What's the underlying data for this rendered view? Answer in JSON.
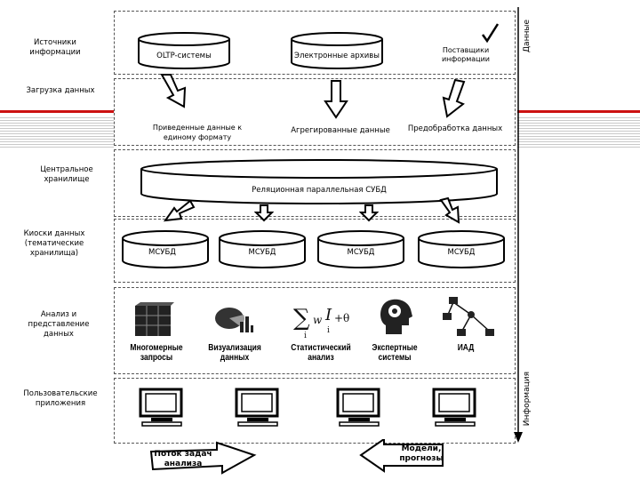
{
  "side_labels": {
    "sources": "Источники информации",
    "loading": "Загрузка данных",
    "central": "Центральное хранилище",
    "kiosks": "Киоски данных (тематические хранилища)",
    "analysis": "Анализ и представление данных",
    "apps": "Пользовательские приложения"
  },
  "sources": {
    "oltp": "OLTP-системы",
    "archives": "Электронные архивы",
    "suppliers": "Поставщики информации"
  },
  "loading": {
    "normalized": "Приведенные данные к единому формату",
    "aggregated": "Агрегированные данные",
    "preprocessing": "Предобработка данных"
  },
  "central": {
    "dbms": "Реляционная параллельная СУБД"
  },
  "kiosks": [
    "МСУБД",
    "МСУБД",
    "МСУБД",
    "МСУБД"
  ],
  "analysis": {
    "multidim": "Многомерные запросы",
    "visual": "Визуализация данных",
    "stats": "Статистический анализ",
    "expert": "Экспертные системы",
    "iad": "ИАД"
  },
  "axis": {
    "data": "Данные",
    "info": "Информация"
  },
  "bottom": {
    "tasks": "Поток задач анализа",
    "models": "Модели, прогнозы"
  }
}
